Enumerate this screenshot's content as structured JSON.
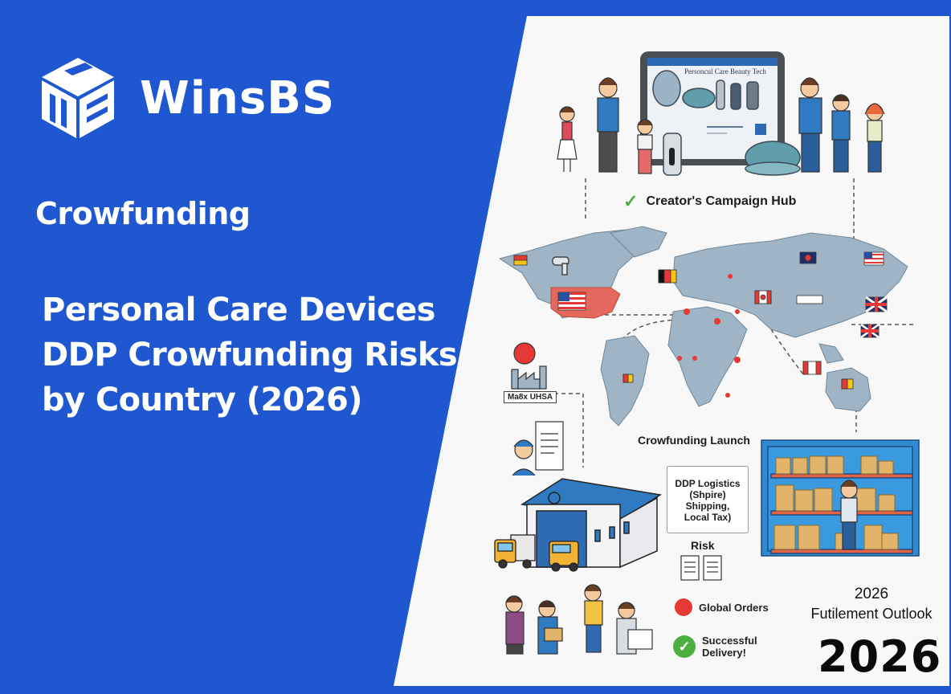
{
  "brand": {
    "name": "WinsBS",
    "logo_icon": "cube-logo-icon"
  },
  "category": "Crowfunding",
  "headline": {
    "lines": [
      "Personal Care Devices",
      "DDP Crowfunding Risks",
      "by Country (2026)"
    ]
  },
  "colors": {
    "background_blue": "#1f57d0",
    "panel_white": "#f8f8f8",
    "map_land": "#9fb4c4",
    "flag_red": "#e53935",
    "success_green": "#4caf3f",
    "warehouse_blue": "#2f7ac0",
    "box_tan": "#e2b46a",
    "truck_yellow": "#f2b233"
  },
  "infographic": {
    "tablet_title": "Personcul Care Beauty Tech",
    "hub_label": "Creator's Campaign Hub",
    "hub_icon": "check-icon",
    "factory_label": "Ma8x UHSA",
    "launch_label": "Crowfunding Launch",
    "ddp_bubble": {
      "lines": [
        "DDP Logistics",
        "(Shpire)",
        "Shipping,",
        "Local Tax)"
      ]
    },
    "risk_label": "Risk",
    "legend": {
      "orders": "Global Orders",
      "delivery_line1": "Successful",
      "delivery_line2": "Delivery!"
    },
    "outlook": {
      "year": "2026",
      "title": "Futilement Outlook",
      "big_year": "2026"
    }
  }
}
